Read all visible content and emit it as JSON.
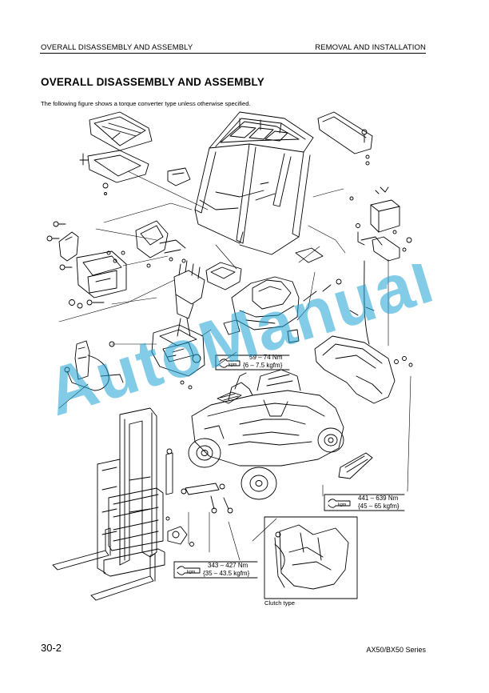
{
  "header": {
    "left": "OVERALL DISASSEMBLY AND ASSEMBLY",
    "right": "REMOVAL AND INSTALLATION"
  },
  "title": "OVERALL DISASSEMBLY AND ASSEMBLY",
  "intro": "The following figure shows a torque converter type unless otherwise specified.",
  "torque_labels": [
    {
      "nm": "59 – 74 Nm",
      "kgfm": "{6 – 7.5 kgfm}"
    },
    {
      "nm": "441 – 639 Nm",
      "kgfm": "{45 – 65 kgfm}"
    },
    {
      "nm": "343 – 427 Nm",
      "kgfm": "{35 – 43.5 kgfm}"
    }
  ],
  "wrench_tag": "kgm",
  "clutch_caption": "Clutch type",
  "watermark": "AutoManual",
  "footer": {
    "page": "30-2",
    "series": "AX50/BX50 Series"
  },
  "colors": {
    "watermark": "#1ea3d6",
    "line": "#000000"
  }
}
